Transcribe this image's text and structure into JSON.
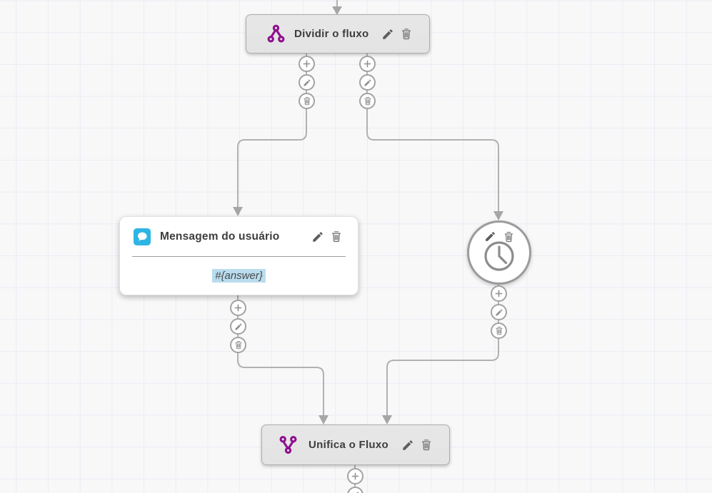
{
  "palette": {
    "bg": "#f8f8f9",
    "grid": "#eaedf4",
    "connector": "#b1b1b1",
    "purple": "#8e0f8e",
    "blue": "#2db5e4",
    "node_gray": "#e3e3e3",
    "node_border": "#adadad",
    "chip_bg": "#b9ddee",
    "icon_gray": "#8f8f8f",
    "text_dark": "#3d3d3d"
  },
  "nodes": {
    "split": {
      "title": "Dividir o fluxo",
      "icon": "split-flow-icon"
    },
    "user_message": {
      "title": "Mensagem do usuário",
      "icon": "chat-bubble-icon",
      "body_value": "#{answer}"
    },
    "timer": {
      "icon": "clock-icon"
    },
    "merge": {
      "title": "Unifica o Fluxo",
      "icon": "merge-flow-icon"
    }
  },
  "node_actions": {
    "edit": "pencil-icon",
    "delete": "trash-icon"
  },
  "branch_actions": {
    "add": "plus-icon",
    "edit": "pencil-icon",
    "delete": "trash-icon"
  }
}
